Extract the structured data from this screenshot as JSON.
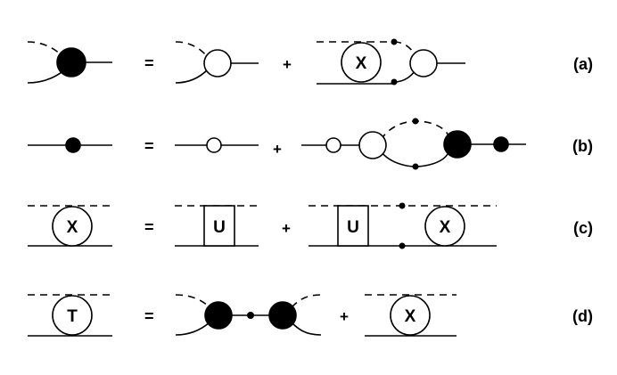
{
  "diagram": {
    "rows": [
      {
        "equation_label": "(a)",
        "operators": [
          "=",
          "+"
        ],
        "vertex_letters": [
          "X"
        ]
      },
      {
        "equation_label": "(b)",
        "operators": [
          "=",
          "+"
        ],
        "vertex_letters": []
      },
      {
        "equation_label": "(c)",
        "operators": [
          "=",
          "+"
        ],
        "vertex_letters": [
          "U",
          "U",
          "X",
          "X"
        ]
      },
      {
        "equation_label": "(d)",
        "operators": [
          "=",
          "+"
        ],
        "vertex_letters": [
          "T",
          "X"
        ]
      }
    ]
  }
}
